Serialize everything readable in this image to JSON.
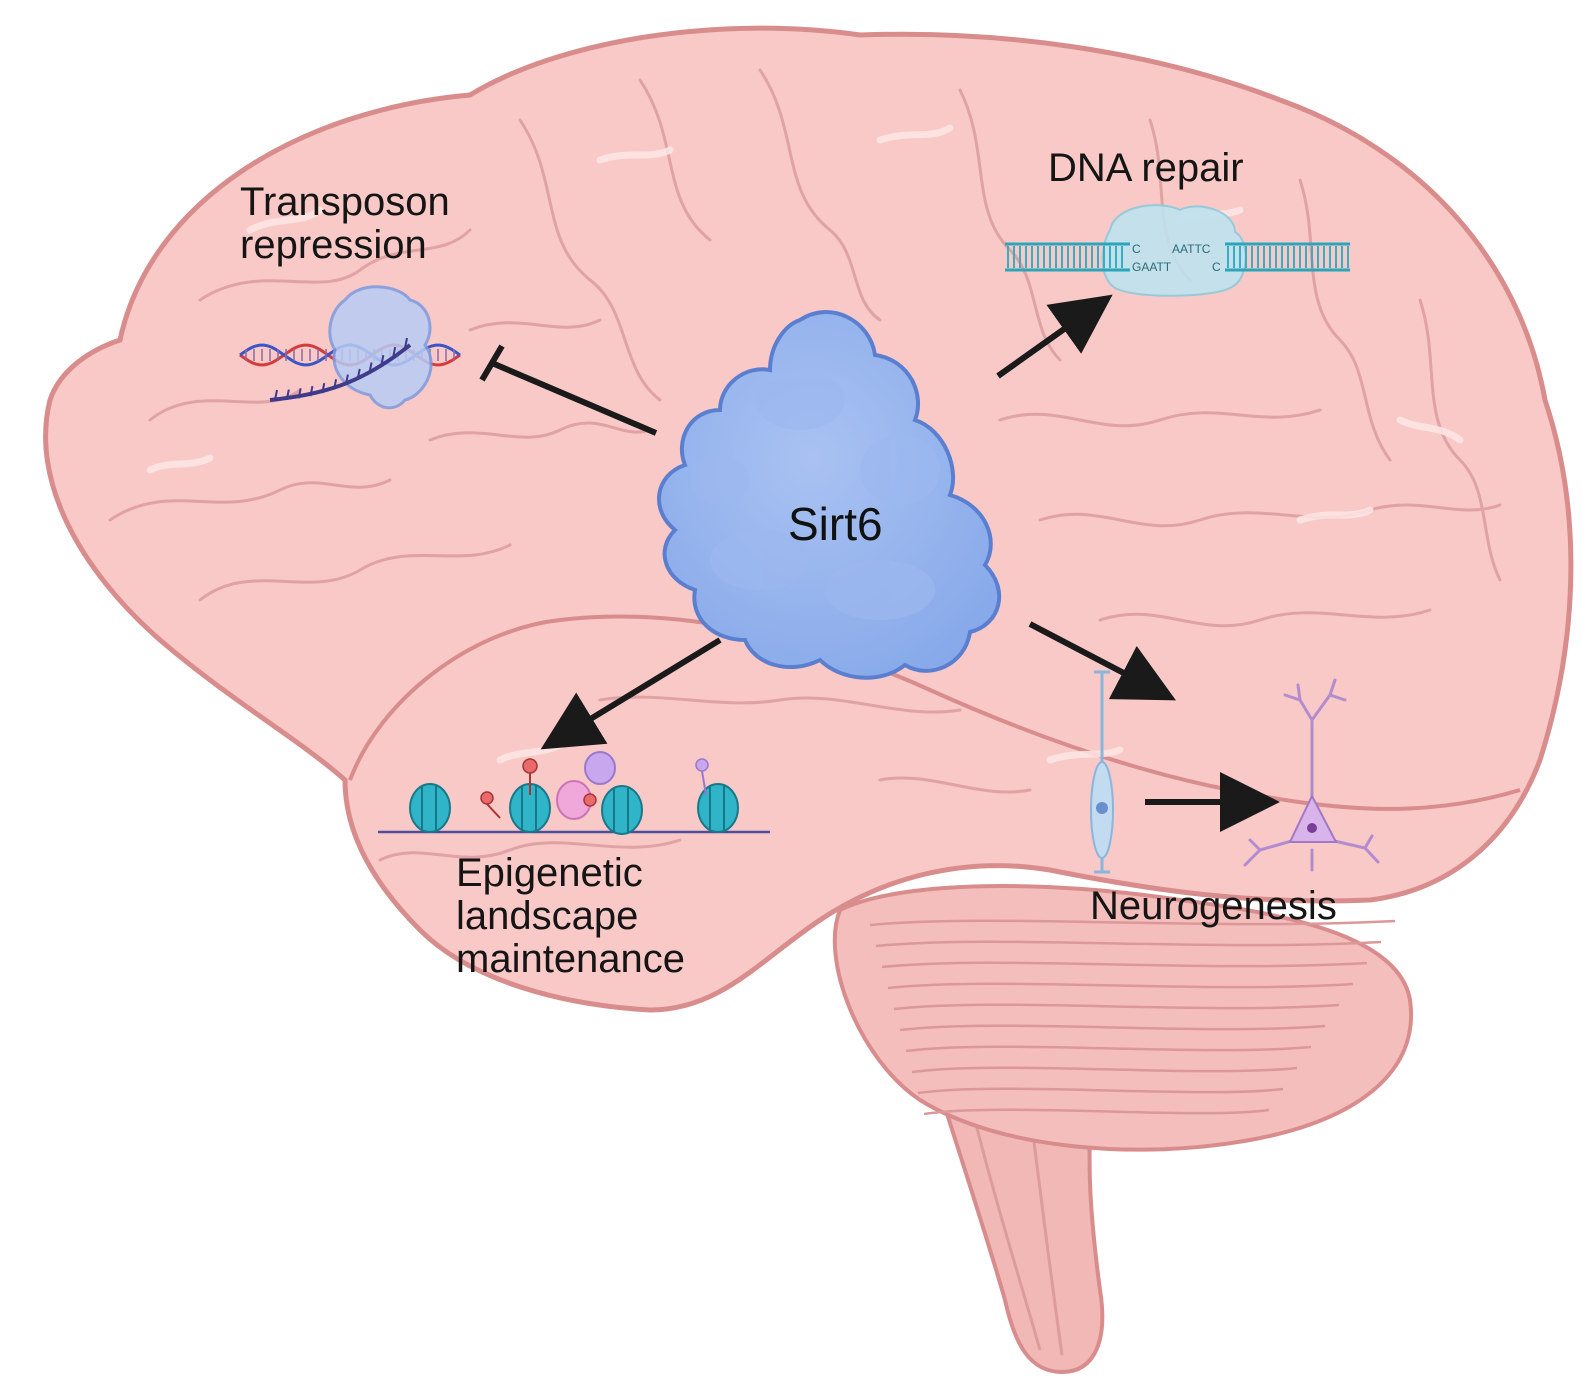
{
  "diagram": {
    "center": {
      "label": "Sirt6"
    },
    "outcomes": [
      {
        "id": "transposon",
        "lines": [
          "Transposon",
          "repression"
        ],
        "edge": "inhibits"
      },
      {
        "id": "dna-repair",
        "lines": [
          "DNA repair"
        ],
        "edge": "activates"
      },
      {
        "id": "epigenetic",
        "lines": [
          "Epigenetic",
          "landscape",
          "maintenance"
        ],
        "edge": "activates"
      },
      {
        "id": "neurogenesis",
        "lines": [
          "Neurogenesis"
        ],
        "edge": "activates"
      }
    ],
    "dna_sequence": {
      "top": [
        "C",
        "AATTC"
      ],
      "bottom": [
        "GAATT",
        "C"
      ]
    }
  },
  "colors": {
    "brain_fill": "#f7c6c4",
    "brain_stroke": "#d98c8c",
    "sirt6_fill": "#8fb0ec",
    "sirt6_stroke": "#4d73c9",
    "arrow": "#1a1a1a",
    "nucleosome": "#2fb4c8",
    "neuron": "#b78ed0",
    "progenitor": "#9ec5e6"
  }
}
